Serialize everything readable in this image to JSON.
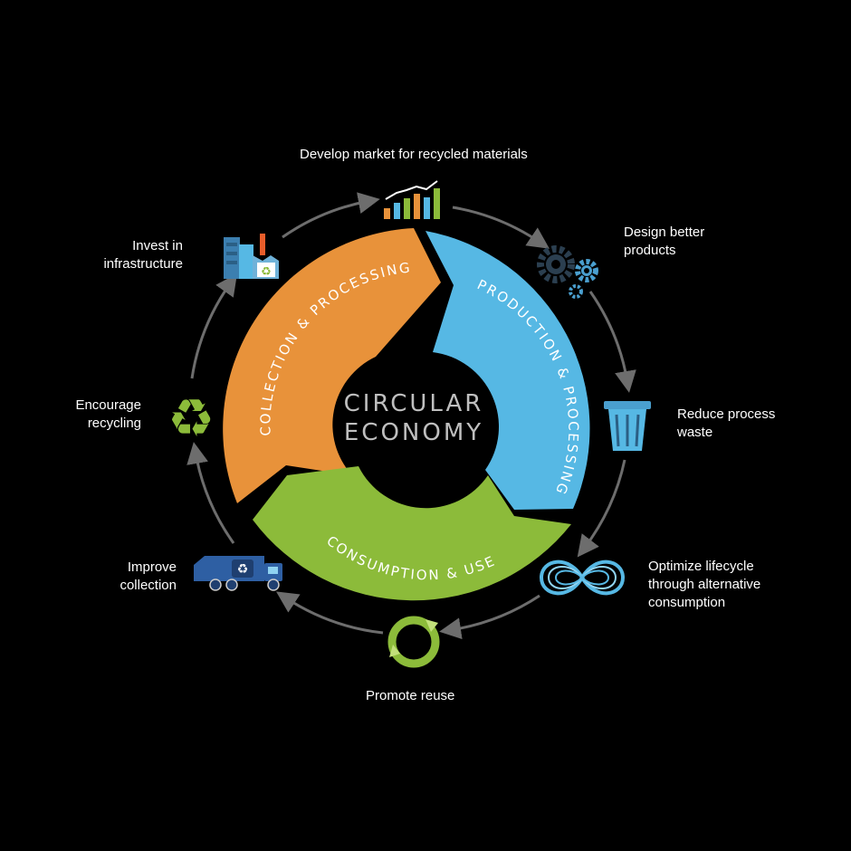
{
  "center": {
    "line1": "CIRCULAR",
    "line2": "ECONOMY"
  },
  "segments": {
    "collection": "COLLECTION & PROCESSING",
    "production": "PRODUCTION & PROCESSING",
    "consumption": "CONSUMPTION & USE"
  },
  "steps": {
    "develop_market": "Develop market for recycled materials",
    "design_better": "Design better\nproducts",
    "reduce_waste": "Reduce process\nwaste",
    "optimize_lifecycle": "Optimize lifecycle\nthrough alternative\nconsumption",
    "promote_reuse": "Promote reuse",
    "improve_collection": "Improve\ncollection",
    "encourage_recycling": "Encourage\nrecycling",
    "invest_infrastructure": "Invest in\ninfrastructure"
  },
  "colors": {
    "background": "#000000",
    "orange": "#E8923A",
    "blue": "#56B8E4",
    "green": "#8CBB3A",
    "ring_arrow": "#6d6d6d",
    "center_text": "#bfbfbf"
  }
}
